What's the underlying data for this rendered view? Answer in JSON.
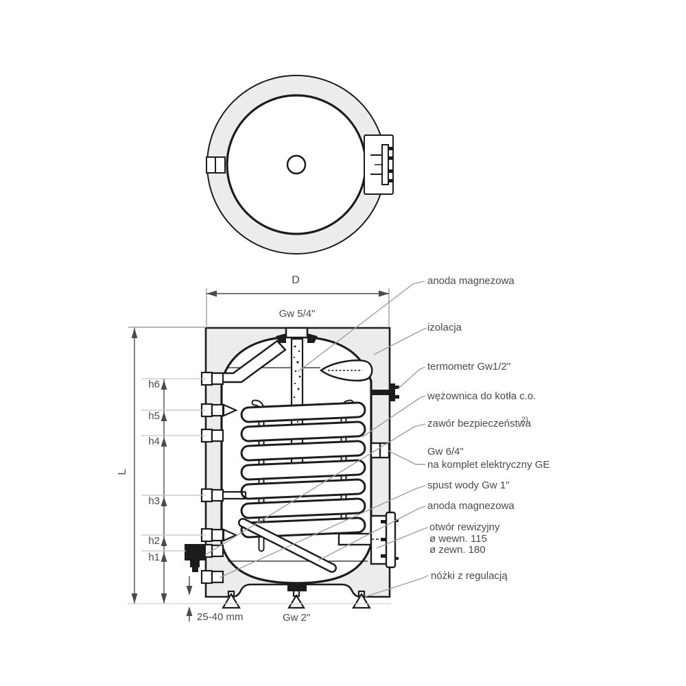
{
  "colors": {
    "line": "#1c1c1c",
    "insulation": "#ececec",
    "leader": "#9e9e9e",
    "text": "#4a4a4a"
  },
  "dimensions": {
    "diameter": "D",
    "length": "L",
    "heights": [
      "h6",
      "h5",
      "h4",
      "h3",
      "h2",
      "h1"
    ],
    "foot_adjust": "25-40 mm"
  },
  "ports": {
    "top": "Gw 5/4\"",
    "bottom": "Gw 2\""
  },
  "callouts": {
    "anode_top": "anoda magnezowa",
    "insulation": "izolacja",
    "thermometer": "termometr Gw1/2\"",
    "coil": "wężownica do kotła c.o.",
    "safety_valve": "zawór bezpieczeństwa",
    "safety_valve_footnote": "2)",
    "electric_line1": "Gw 6/4\"",
    "electric_line2": "na komplet elektryczny GE",
    "drain": "spust wody Gw 1\"",
    "anode_side": "anoda magnezowa",
    "inspection_line1": "otwór rewizyjny",
    "inspection_line2": "ø wewn. 115",
    "inspection_line3": "ø zewn. 180",
    "feet": "nóżki z regulacją"
  }
}
